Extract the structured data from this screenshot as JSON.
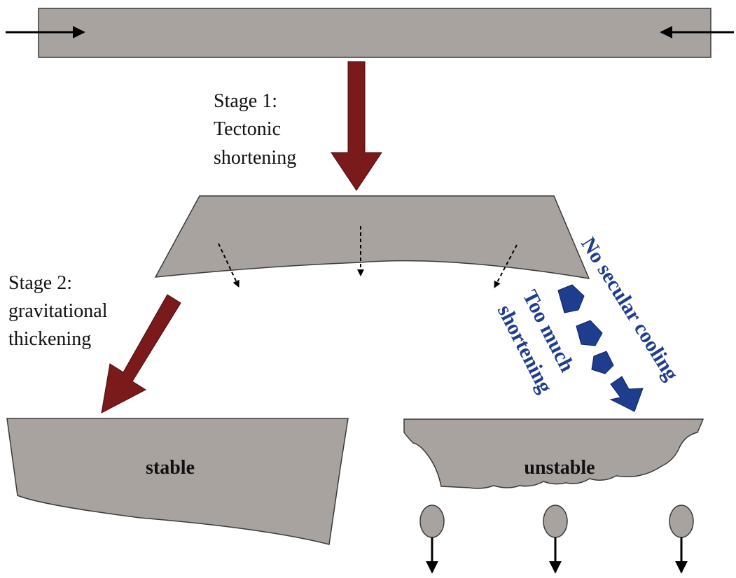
{
  "labels": {
    "stage1_line1": "Stage 1:",
    "stage1_line2": "Tectonic",
    "stage1_line3": "shortening",
    "stage2_line1": "Stage 2:",
    "stage2_line2": "gravitational",
    "stage2_line3": "thickening",
    "stable": "stable",
    "unstable": "unstable",
    "too_much_line1": "Too much",
    "too_much_line2": "shortening",
    "no_secular_cooling": "No secular cooling"
  },
  "colors": {
    "block_fill": "#a9a3a0",
    "block_stroke": "#3a3a3a",
    "stage_arrow": "#7a1a1a",
    "blue": "#1f3d8f",
    "text": "#111111"
  }
}
